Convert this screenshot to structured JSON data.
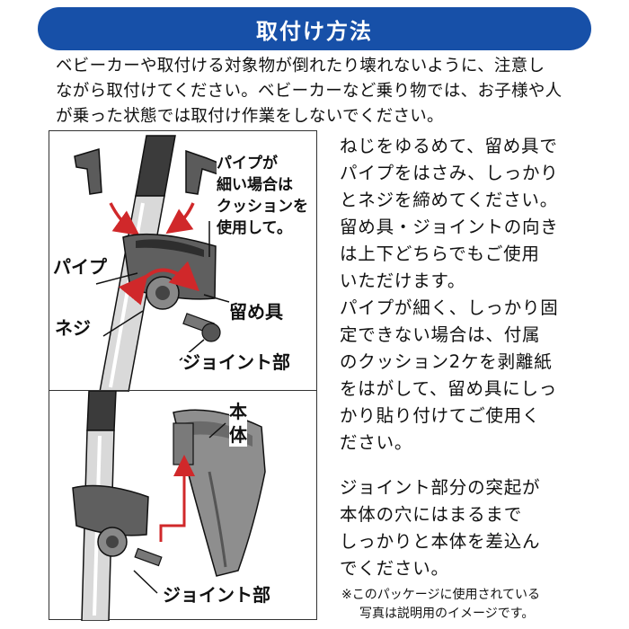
{
  "header": {
    "title": "取付け方法"
  },
  "intro": {
    "line1": "ベビーカーや取付ける対象物が倒れたり壊れないように、注意し",
    "line2": "ながら取付けてください。ベビーカーなど乗り物では、お子様や人",
    "line3": "が乗った状態では取付け作業をしないでください。"
  },
  "diagram_top": {
    "cushion_note": [
      "パイプが",
      "細い場合は",
      "クッションを",
      "使用して。"
    ],
    "pipe_label": "パイプ",
    "screw_label": "ネジ",
    "clamp_label": "留め具",
    "joint_label": "ジョイント部"
  },
  "diagram_bottom": {
    "body_label": [
      "本",
      "体"
    ],
    "joint_label": "ジョイント部"
  },
  "instructions": {
    "para1": [
      "ねじをゆるめて、留め具で",
      "パイプをはさみ、しっかり",
      "とネジを締めてください。",
      "留め具・ジョイントの向き",
      "は上下どちらでもご使用",
      "いただけます。",
      "パイプが細く、しっかり固",
      "定できない場合は、付属",
      "のクッション2ケを剥離紙",
      "をはがして、留め具にしっ",
      "かり貼り付けてご使用く",
      "ださい。"
    ],
    "para2": [
      "ジョイント部分の突起が",
      "本体の穴にはまるまで",
      "しっかりと本体を差込ん",
      "でください。"
    ]
  },
  "note": {
    "line1": "※このパッケージに使用されている",
    "line2": "写真は説明用のイメージです。"
  }
}
